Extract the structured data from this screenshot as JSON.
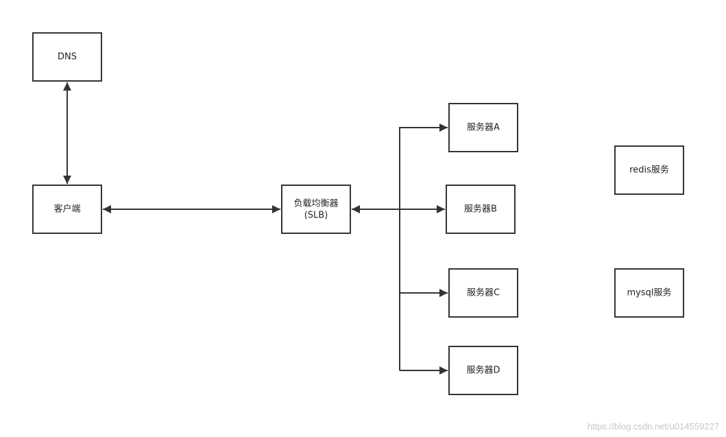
{
  "diagram": {
    "nodes": {
      "dns": {
        "label": "DNS"
      },
      "client": {
        "label": "客户端"
      },
      "slb": {
        "line1": "负载均衡器",
        "line2": "(SLB)"
      },
      "server_a": {
        "label": "服务器A"
      },
      "server_b": {
        "label": "服务器B"
      },
      "server_c": {
        "label": "服务器C"
      },
      "server_d": {
        "label": "服务器D"
      },
      "redis": {
        "label": "redis服务"
      },
      "mysql": {
        "label": "mysql服务"
      }
    },
    "edges": [
      {
        "from": "dns",
        "to": "client",
        "direction": "both"
      },
      {
        "from": "client",
        "to": "slb",
        "direction": "both"
      },
      {
        "from": "slb",
        "to": "server_a",
        "direction": "forward"
      },
      {
        "from": "slb",
        "to": "server_b",
        "direction": "forward"
      },
      {
        "from": "slb",
        "to": "server_c",
        "direction": "forward"
      },
      {
        "from": "slb",
        "to": "server_d",
        "direction": "forward"
      }
    ],
    "colors": {
      "stroke": "#333333",
      "text": "#222222",
      "watermark": "#c7c7c7"
    }
  },
  "watermark": "https://blog.csdn.net/u014559227"
}
